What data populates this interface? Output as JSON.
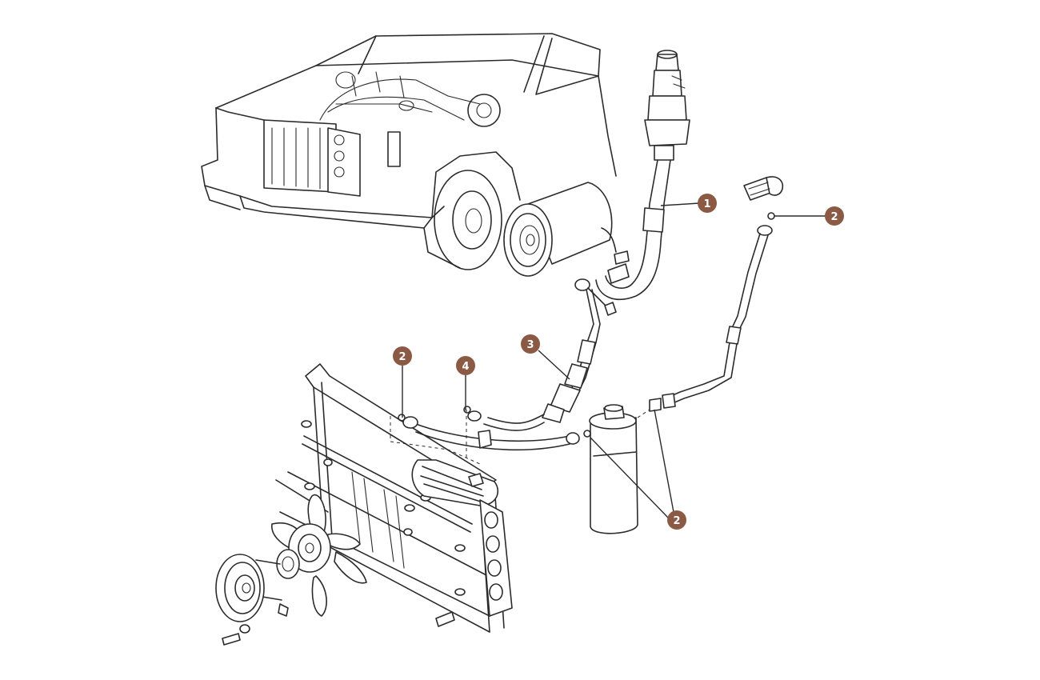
{
  "colors": {
    "callout_fill": "#8a5a44",
    "callout_text": "#ffffff",
    "line_ink": "#2b2b2b",
    "background": "#ffffff"
  },
  "callouts": [
    {
      "id": "c1",
      "label": "1"
    },
    {
      "id": "c2a",
      "label": "2"
    },
    {
      "id": "c2b",
      "label": "2"
    },
    {
      "id": "c2c",
      "label": "2"
    },
    {
      "id": "c3",
      "label": "3"
    },
    {
      "id": "c4",
      "label": "4"
    }
  ]
}
